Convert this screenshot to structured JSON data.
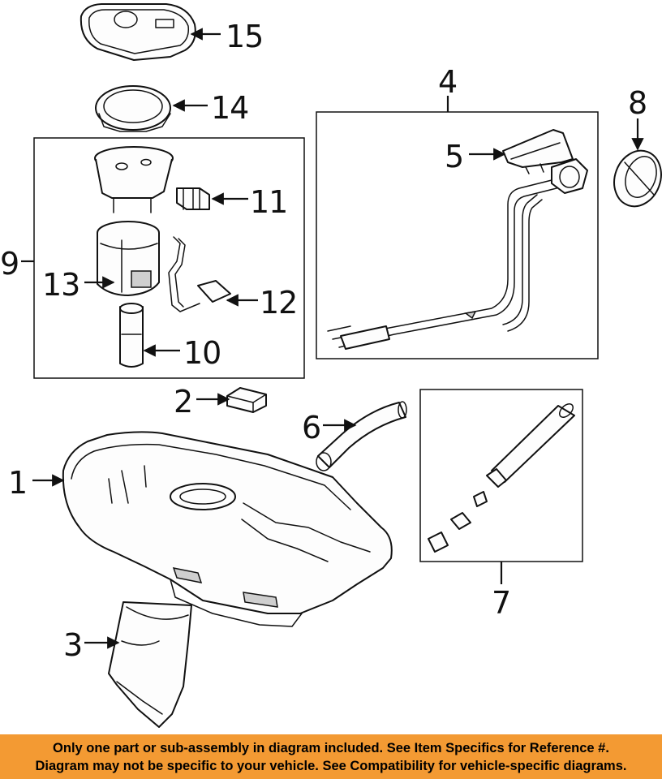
{
  "callouts": {
    "c1": "1",
    "c2": "2",
    "c3": "3",
    "c4": "4",
    "c5": "5",
    "c6": "6",
    "c7": "7",
    "c8": "8",
    "c9": "9",
    "c10": "10",
    "c11": "11",
    "c12": "12",
    "c13": "13",
    "c14": "14",
    "c15": "15"
  },
  "footer": {
    "line1": "Only one part or sub-assembly in diagram included. See Item Specifics for Reference #.",
    "line2": "Diagram may not be specific to your vehicle. See Compatibility for vehicle-specific diagrams."
  },
  "colors": {
    "footer_background": "#f39a33",
    "line_art": "#111111",
    "background": "#ffffff"
  }
}
